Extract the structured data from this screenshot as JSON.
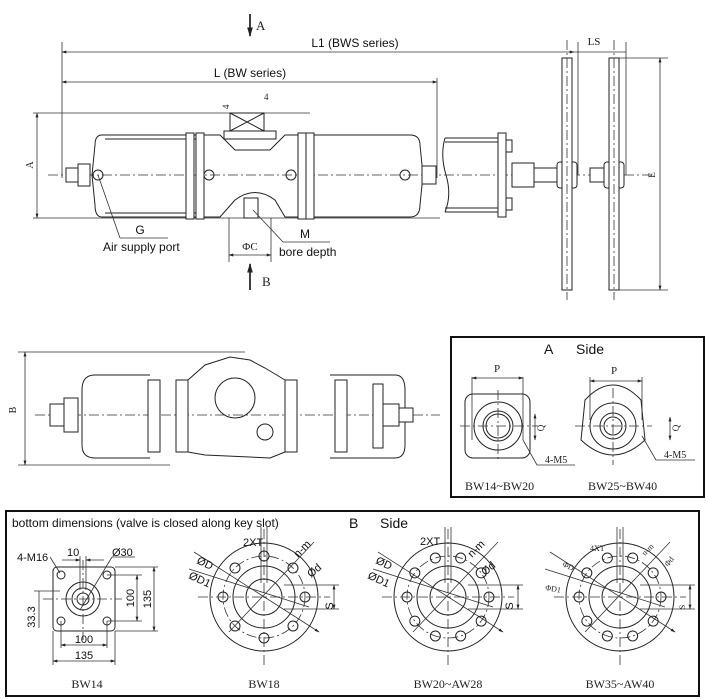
{
  "main_view": {
    "view_a_arrow": "A",
    "view_b_arrow": "B",
    "l1_label": "L1 (BWS series)",
    "l_label": "L (BW series)",
    "ls_label": "LS",
    "a_label": "A",
    "e_label": "E",
    "four_h": "4",
    "four_v": "4",
    "g_label": "G",
    "air_supply_label": "Air supply port",
    "m_label": "M",
    "bore_depth_label": "bore depth",
    "phi_c_label": "ΦC"
  },
  "side_view": {
    "b_label": "B"
  },
  "a_side_panel": {
    "title_letter": "A",
    "title_word": "Side",
    "left": {
      "p_label": "P",
      "q_label": "Q",
      "thread_label": "4-M5",
      "model": "BW14~BW20"
    },
    "right": {
      "p_label": "P",
      "q_label": "Q",
      "thread_label": "4-M5",
      "model": "BW25~BW40"
    }
  },
  "bottom_panel": {
    "title": "bottom dimensions (valve is closed along key slot)",
    "b_side_letter": "B",
    "b_side_word": "Side",
    "bw14": {
      "thread": "4-M16",
      "slot": "10",
      "bore": "Ø30",
      "v_inner": "100",
      "v_outer": "135",
      "offset": "33.3",
      "h_inner": "100",
      "h_outer": "135",
      "model": "BW14"
    },
    "bw18": {
      "xt": "2XT",
      "nm": "n-m",
      "D": "ØD",
      "D1": "ØD1",
      "d": "Ød",
      "s": "S",
      "model": "BW18"
    },
    "bw20": {
      "xt": "2XT",
      "nm": "n-m",
      "D": "ØD",
      "D1": "ØD1",
      "d": "Ød",
      "s": "S",
      "model": "BW20~AW28"
    },
    "bw35": {
      "xt": "4XT",
      "nm": "n-m",
      "D": "ΦD",
      "D1": "ΦD1",
      "d": "Φd",
      "s": "S",
      "model": "BW35~AW40"
    }
  }
}
